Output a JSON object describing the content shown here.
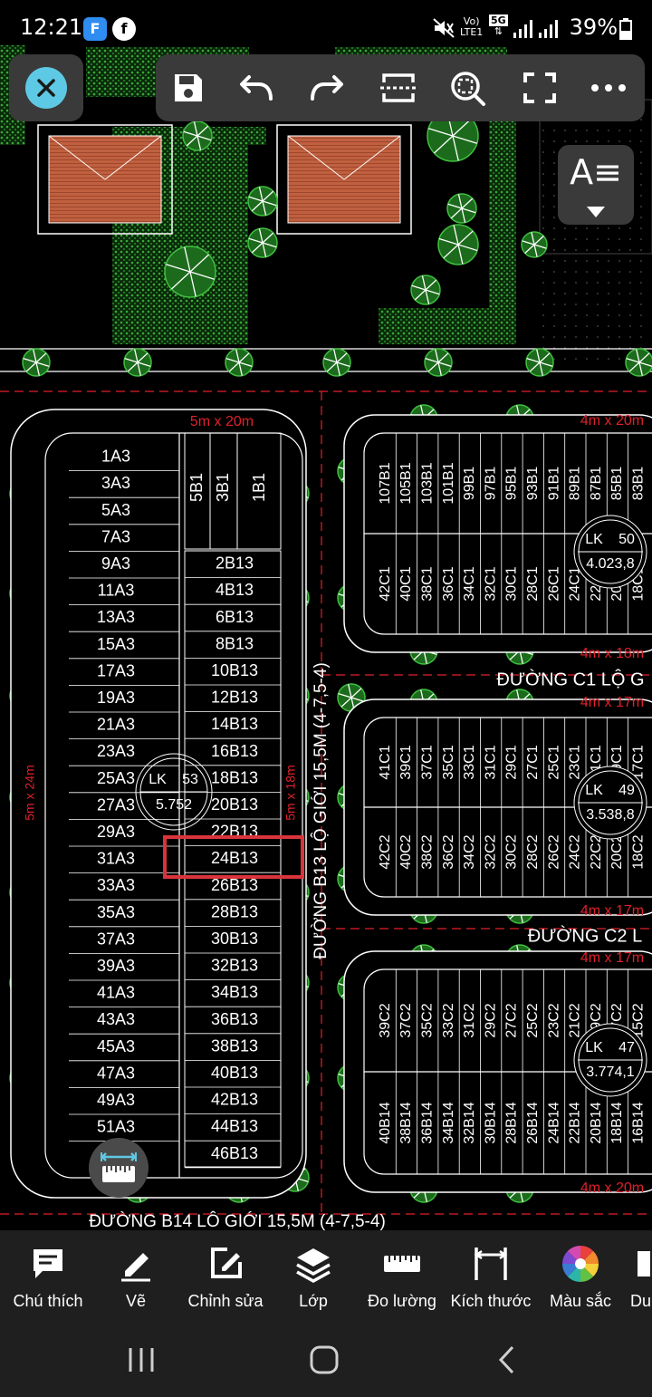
{
  "status_bar": {
    "time": "12:21",
    "apps": [
      "F",
      "f"
    ],
    "network": {
      "volte": "Vo)",
      "lte": "LTE1",
      "fiveg": "5G"
    },
    "battery": "39%"
  },
  "toolbar": {
    "buttons": [
      "save-icon",
      "undo-icon",
      "redo-icon",
      "split-view-icon",
      "zoom-fit-icon",
      "fullscreen-icon",
      "more-icon"
    ]
  },
  "text_toggle": {
    "label": "A≡"
  },
  "colors": {
    "accent": "#5ec9e4",
    "lines": "#ffffff",
    "dimension": "#e0202a",
    "highlight": "#d9343b",
    "green": "#2a8a2a",
    "roof": "#b8543a"
  },
  "drawing": {
    "left_block": {
      "a3_lots": [
        "1A3",
        "3A3",
        "5A3",
        "7A3",
        "9A3",
        "11A3",
        "13A3",
        "15A3",
        "17A3",
        "19A3",
        "21A3",
        "23A3",
        "25A3",
        "27A3",
        "29A3",
        "31A3",
        "33A3",
        "35A3",
        "37A3",
        "39A3",
        "41A3",
        "43A3",
        "45A3",
        "47A3",
        "49A3",
        "51A3"
      ],
      "b1_lots": [
        "5B1",
        "3B1",
        "1B1"
      ],
      "b13_lots": [
        "2B13",
        "4B13",
        "6B13",
        "8B13",
        "10B13",
        "12B13",
        "14B13",
        "16B13",
        "18B13",
        "20B13",
        "22B13",
        "24B13",
        "26B13",
        "28B13",
        "30B13",
        "32B13",
        "34B13",
        "36B13",
        "38B13",
        "40B13",
        "42B13",
        "44B13",
        "46B13"
      ],
      "block_label": "LK",
      "block_no": "53",
      "block_area": "5.752",
      "dim_top": "5m x 20m",
      "dim_left": "5m x 24m",
      "dim_right": "5m x 18m",
      "highlighted_lot": "24B13"
    },
    "road_b13": "ĐƯỜNG B13 LỘ GIỚI 15,5M (4-7,5-4)",
    "road_b14": "ĐƯỜNG B14 LÔ GIỚI 15,5M (4-7,5-4)",
    "road_c1": "ĐƯỜNG C1 LỘ G",
    "road_c2": "ĐƯỜNG C2 L",
    "block_50": {
      "top_lots": [
        "107B1",
        "105B1",
        "103B1",
        "101B1",
        "99B1",
        "97B1",
        "95B1",
        "93B1",
        "91B1",
        "89B1",
        "87B1",
        "85B1",
        "83B1"
      ],
      "bottom_lots": [
        "42C1",
        "40C1",
        "38C1",
        "36C1",
        "34C1",
        "32C1",
        "30C1",
        "28C1",
        "26C1",
        "24C1",
        "22C1",
        "20C1",
        "18C1"
      ],
      "block_label": "LK",
      "block_no": "50",
      "block_area": "4.023,8",
      "dim_top": "4m x 20m",
      "dim_bottom": "4m x 18m"
    },
    "block_49": {
      "top_lots": [
        "41C1",
        "39C1",
        "37C1",
        "35C1",
        "33C1",
        "31C1",
        "29C1",
        "27C1",
        "25C1",
        "23C1",
        "21C1",
        "19C1",
        "17C1"
      ],
      "bottom_lots": [
        "42C2",
        "40C2",
        "38C2",
        "36C2",
        "34C2",
        "32C2",
        "30C2",
        "28C2",
        "26C2",
        "24C2",
        "22C2",
        "20C2",
        "18C2"
      ],
      "block_label": "LK",
      "block_no": "49",
      "block_area": "3.538,8",
      "dim_top": "4m x 17m",
      "dim_bottom": "4m x 17m"
    },
    "block_47": {
      "top_lots": [
        "39C2",
        "37C2",
        "35C2",
        "33C2",
        "31C2",
        "29C2",
        "27C2",
        "25C2",
        "23C2",
        "21C2",
        "19C2",
        "17C2",
        "15C2"
      ],
      "bottom_lots": [
        "40B14",
        "38B14",
        "36B14",
        "34B14",
        "32B14",
        "30B14",
        "28B14",
        "26B14",
        "24B14",
        "22B14",
        "20B14",
        "18B14",
        "16B14"
      ],
      "block_label": "LK",
      "block_no": "47",
      "block_area": "3.774,1",
      "dim_top": "4m x 17m",
      "dim_bottom": "4m x 20m"
    }
  },
  "bottom_toolbar": [
    {
      "label": "Chú thích",
      "icon": "comment-icon"
    },
    {
      "label": "Vẽ",
      "icon": "pencil-icon"
    },
    {
      "label": "Chỉnh sửa",
      "icon": "edit-icon"
    },
    {
      "label": "Lớp",
      "icon": "layers-icon"
    },
    {
      "label": "Đo lường",
      "icon": "ruler-icon"
    },
    {
      "label": "Kích thước",
      "icon": "dimension-icon"
    },
    {
      "label": "Màu sắc",
      "icon": "color-wheel-icon"
    },
    {
      "label": "Du",
      "icon": "more-tool-icon"
    }
  ],
  "nav_bar": [
    "recents-icon",
    "home-icon",
    "back-icon"
  ]
}
